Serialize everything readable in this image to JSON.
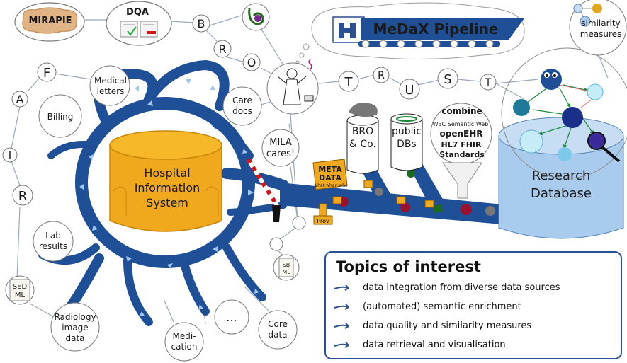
{
  "top_left": {
    "mirapie": "MIRAPIE",
    "dqa": "DQA"
  },
  "pipeline_title": "MeDaX Pipeline",
  "fair_letters": [
    "F",
    "A",
    "I",
    "R"
  ],
  "brotrust_letters": [
    "B",
    "R",
    "O",
    "T",
    "R",
    "U",
    "S",
    "T"
  ],
  "bubbles": {
    "medical_letters": [
      "Medical",
      "letters"
    ],
    "billing": "Billing",
    "care_docs": [
      "Care",
      "docs"
    ],
    "mila": [
      "MILA",
      "cares!"
    ],
    "lab_results": [
      "Lab",
      "results"
    ],
    "radiology": [
      "Radiology",
      "image",
      "data"
    ],
    "ellipsis": "...",
    "core_data": [
      "Core",
      "data"
    ],
    "medication": [
      "Medi-",
      "cation"
    ],
    "similarity": [
      "similarity",
      "measures"
    ]
  },
  "sedml": [
    "SED",
    "ML"
  ],
  "sbml": [
    "SB",
    "ML"
  ],
  "his": [
    "Hospital",
    "Information",
    "System"
  ],
  "research_db": [
    "Research",
    "Database"
  ],
  "bro": [
    "BRO",
    "& Co."
  ],
  "public_dbs": [
    "public",
    "DBs"
  ],
  "metadata": [
    "META",
    "DATA",
    "what:when:who"
  ],
  "prov": "Prov",
  "standards": {
    "combine": "combine",
    "w3c": "W3C Semantic Web",
    "openehr": "openEHR",
    "hl7": "HL7 FHIR",
    "label": "Standards"
  },
  "topics": {
    "title": "Topics of interest",
    "items": [
      "data integration from diverse data sources",
      "(automated) semantic enrichment",
      "data quality and similarity measures",
      "data retrieval and visualisation"
    ]
  },
  "colors": {
    "river": "#1f4f96",
    "river_arrow": "#9dc6f2",
    "his_fill": "#f0a81c",
    "his_stroke": "#c8860a",
    "research_db": "#a9cbee",
    "pipeline_banner": "#1f4f96",
    "topic_arrow": "#2b4f95"
  }
}
